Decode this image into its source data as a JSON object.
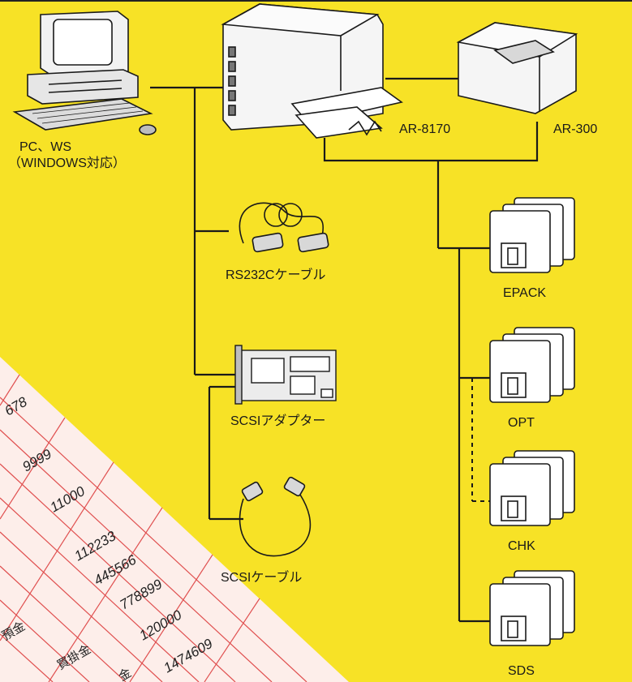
{
  "devices": {
    "pc": {
      "label_line1": "PC、WS",
      "label_line2": "（WINDOWS対応）"
    },
    "ar8170": {
      "label": "AR-8170"
    },
    "ar300": {
      "label": "AR-300"
    }
  },
  "cables": {
    "rs232c": {
      "label": "RS232Cケーブル"
    },
    "scsi_adapter": {
      "label": "SCSIアダプター"
    },
    "scsi_cable": {
      "label": "SCSIケーブル"
    }
  },
  "disks": [
    {
      "label": "EPACK"
    },
    {
      "label": "OPT"
    },
    {
      "label": "CHK"
    },
    {
      "label": "SDS"
    }
  ],
  "ledger": {
    "numbers": [
      "678",
      "9999",
      "11000",
      "112233",
      "445566",
      "778899",
      "120000",
      "1474609"
    ],
    "terms": [
      "預金",
      "買掛金",
      "金"
    ]
  },
  "colors": {
    "background": "#f7e226",
    "line": "#1a1a1a",
    "ledger_paper": "#fdeeea",
    "ledger_grid": "#e05050"
  }
}
